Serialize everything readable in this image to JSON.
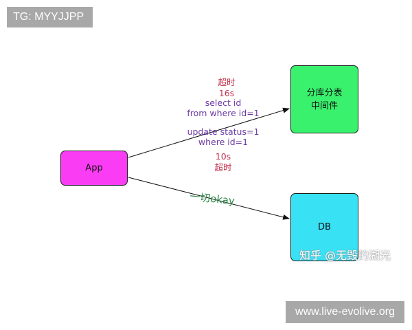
{
  "badges": {
    "tg": "TG: MYYJJPP",
    "site": "www.live-evolive.org"
  },
  "watermark": "知乎 @无毁的湖光",
  "nodes": {
    "app": "App",
    "middleware_line1": "分库分表",
    "middleware_line2": "中间件",
    "db": "DB"
  },
  "edge_labels": {
    "timeout_top": "超时",
    "time_16s": "16s",
    "select_line1": "select id",
    "select_line2": "from where id=1",
    "update_line1": "update status=1",
    "update_line2": "where id=1",
    "time_10s": "10s",
    "timeout_bottom": "超时",
    "all_okay": "一切okay"
  },
  "colors": {
    "app": "#fb3cf5",
    "middleware": "#39f16d",
    "db": "#39e1f5",
    "timeout_text": "#c4334f",
    "sql_text": "#6b3aa3",
    "okay_text": "#2f8a4a"
  }
}
